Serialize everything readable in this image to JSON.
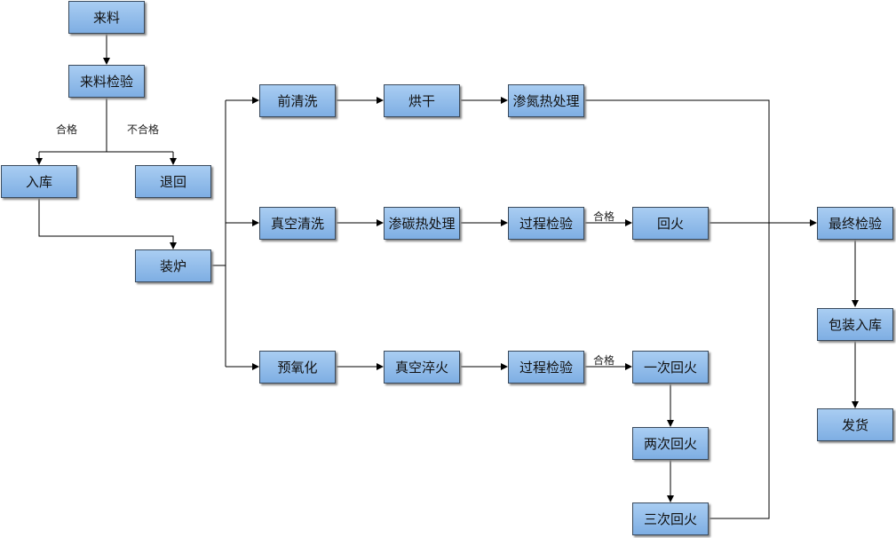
{
  "nodes": {
    "incoming": "来料",
    "incoming_inspection": "来料检验",
    "storage": "入库",
    "return": "退回",
    "loading": "装炉",
    "pre_cleaning": "前清洗",
    "drying": "烘干",
    "nitriding": "渗氮热处理",
    "vacuum_cleaning": "真空清洗",
    "carburizing": "渗碳热处理",
    "process_inspection_1": "过程检验",
    "tempering": "回火",
    "pre_oxidation": "预氧化",
    "vacuum_quenching": "真空淬火",
    "process_inspection_2": "过程检验",
    "first_tempering": "一次回火",
    "second_tempering": "两次回火",
    "third_tempering": "三次回火",
    "final_inspection": "最终检验",
    "packing_storage": "包装入库",
    "shipping": "发货"
  },
  "edge_labels": {
    "pass_1": "合格",
    "fail": "不合格",
    "pass_2": "合格",
    "pass_3": "合格"
  },
  "colors": {
    "box_fill": "#94bfec",
    "box_border": "#3a4a5c",
    "line": "#000000"
  }
}
